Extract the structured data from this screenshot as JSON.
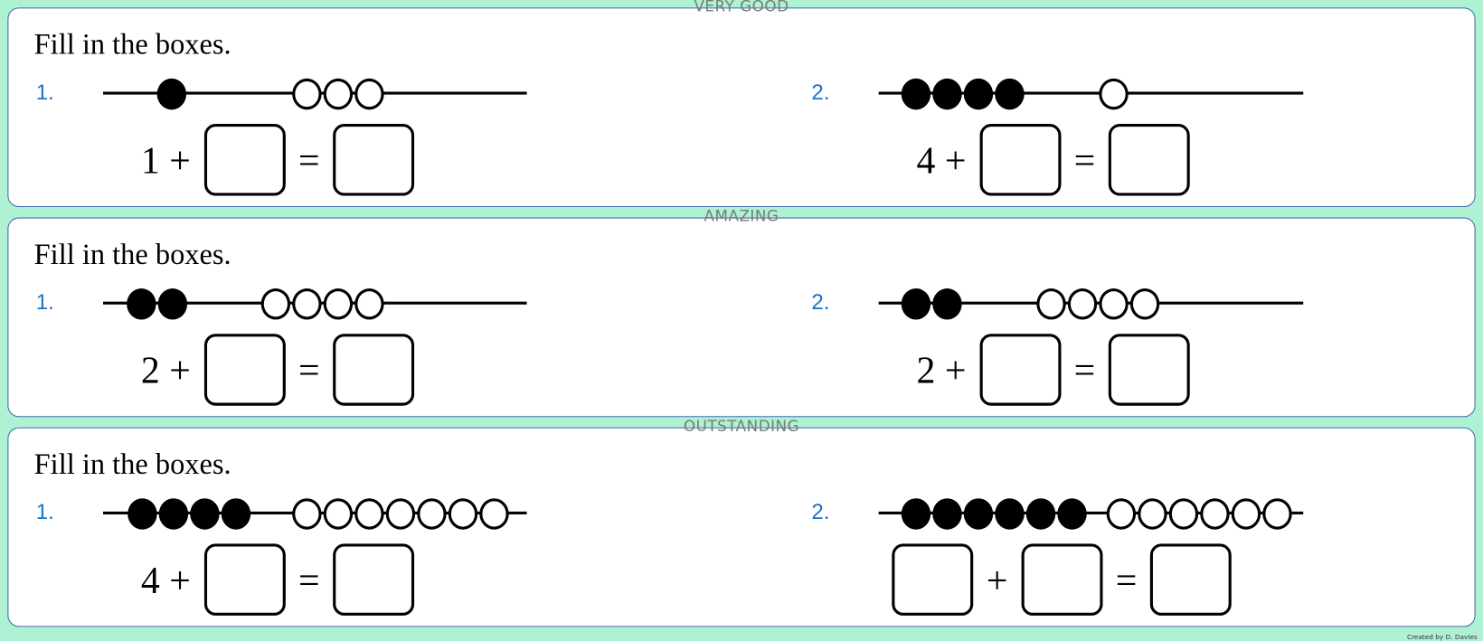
{
  "credit": "Created by D. Davies",
  "colors": {
    "background": "#aef1d3",
    "border": "#3d6ea8",
    "number": "#1a72c4"
  },
  "panels": [
    {
      "level": "VERY GOOD",
      "heading": "Fill in the boxes.",
      "questions": [
        {
          "number": "1.",
          "black_beads": 1,
          "white_beads": 3,
          "equation": [
            "1 +",
            "box",
            "=",
            "box"
          ]
        },
        {
          "number": "2.",
          "black_beads": 4,
          "white_beads": 1,
          "equation": [
            "4 +",
            "box",
            "=",
            "box"
          ]
        }
      ]
    },
    {
      "level": "AMAZING",
      "heading": "Fill in the boxes.",
      "questions": [
        {
          "number": "1.",
          "black_beads": 2,
          "white_beads": 4,
          "equation": [
            "2 +",
            "box",
            "=",
            "box"
          ]
        },
        {
          "number": "2.",
          "black_beads": 2,
          "white_beads": 4,
          "equation": [
            "2 +",
            "box",
            "=",
            "box"
          ]
        }
      ]
    },
    {
      "level": "OUTSTANDING",
      "heading": "Fill in the boxes.",
      "questions": [
        {
          "number": "1.",
          "black_beads": 4,
          "white_beads": 7,
          "equation": [
            "4 +",
            "box",
            "=",
            "box"
          ]
        },
        {
          "number": "2.",
          "black_beads": 6,
          "white_beads": 6,
          "equation": [
            "box",
            "+",
            "box",
            "=",
            "box"
          ]
        }
      ]
    }
  ]
}
